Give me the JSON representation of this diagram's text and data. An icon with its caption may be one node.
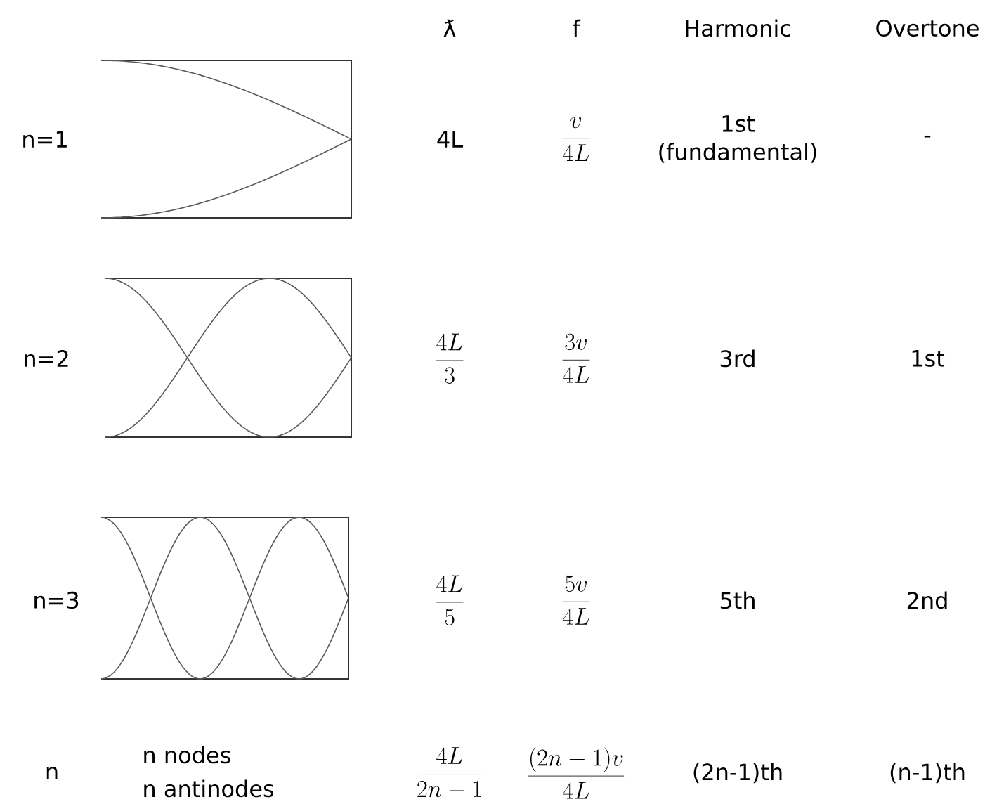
{
  "diagram": {
    "labels": [
      "ƛ",
      "f",
      "Harmonic",
      "Overtone",
      "n=1",
      "4L",
      "\\frac{v}{4L}",
      "1st (fundamental)",
      "-",
      "n=2",
      "\\frac{4L}{3}",
      "\\frac{3v}{4L}",
      "3rd",
      "1st",
      "n=3",
      "\\frac{4L}{5}",
      "\\frac{5v}{4L}",
      "5th",
      "2nd",
      "n",
      "n nodes",
      "n antinodes",
      "\\frac{4L}{2n-1}",
      "\\frac{(2n-1)v}{4L}",
      "(2n-1)th",
      "(n-1)th"
    ]
  }
}
